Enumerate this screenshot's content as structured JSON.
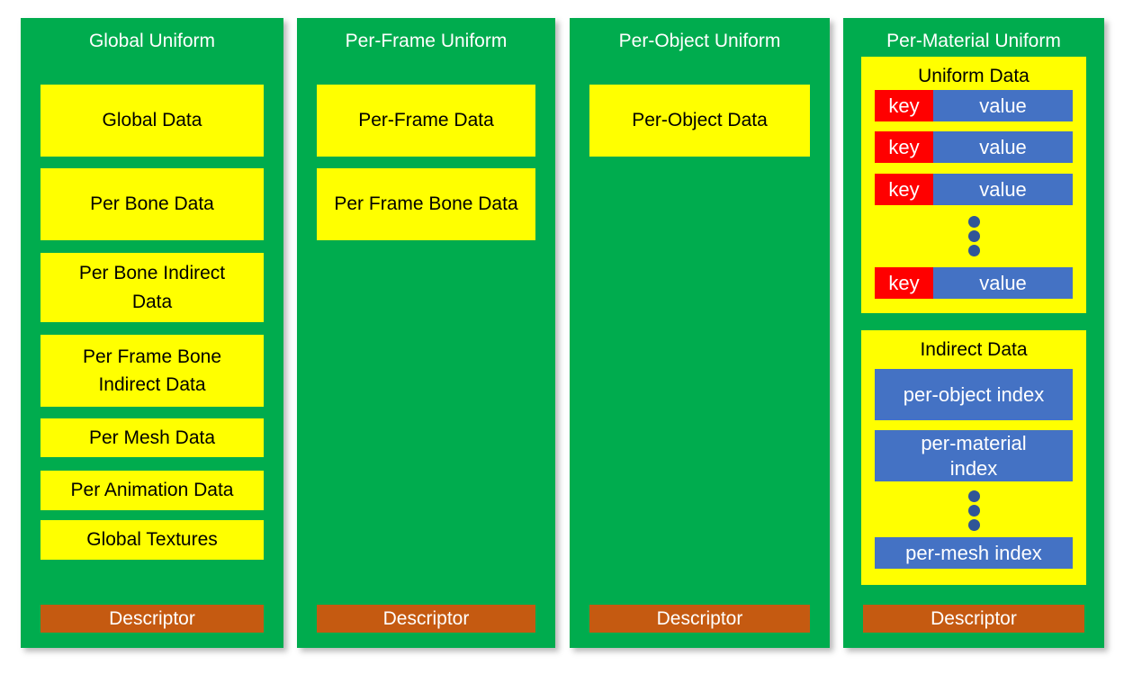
{
  "diagram": {
    "colors": {
      "column_green": "#00AC4E",
      "box_yellow": "#FFFF00",
      "descriptor_orange": "#C55A11",
      "key_red": "#FF0000",
      "value_blue": "#4472C4",
      "dots_dark_blue": "#2F5597",
      "title_text": "#FFFFFF",
      "box_text": "#000000"
    },
    "columns": [
      {
        "title": "Global Uniform",
        "boxes": [
          "Global Data",
          "Per Bone Data",
          "Per Bone Indirect Data",
          "Per Frame Bone Indirect Data",
          "Per Mesh Data",
          "Per Animation Data",
          "Global Textures"
        ],
        "descriptor": "Descriptor"
      },
      {
        "title": "Per-Frame Uniform",
        "boxes": [
          "Per-Frame Data",
          "Per Frame Bone Data"
        ],
        "descriptor": "Descriptor"
      },
      {
        "title": "Per-Object Uniform",
        "boxes": [
          "Per-Object Data"
        ],
        "descriptor": "Descriptor"
      },
      {
        "title": "Per-Material Uniform",
        "uniform_data": {
          "title": "Uniform Data",
          "rows": [
            {
              "key": "key",
              "value": "value"
            },
            {
              "key": "key",
              "value": "value"
            },
            {
              "key": "key",
              "value": "value"
            },
            {
              "key": "key",
              "value": "value"
            }
          ]
        },
        "indirect_data": {
          "title": "Indirect Data",
          "items": [
            "per-object index",
            "per-material index",
            "per-mesh index"
          ]
        },
        "descriptor": "Descriptor"
      }
    ]
  }
}
